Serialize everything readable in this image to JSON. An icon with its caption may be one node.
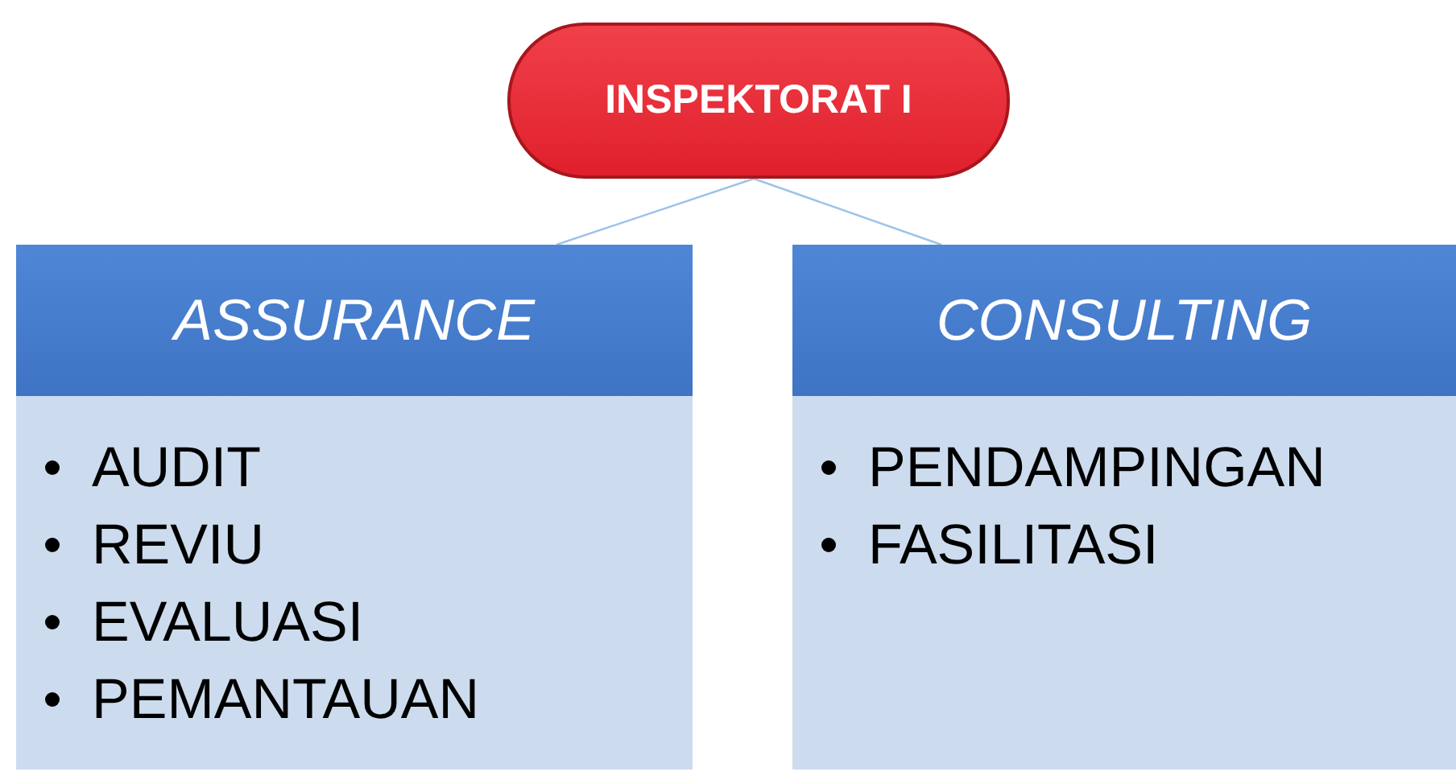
{
  "diagram": {
    "nodes": [
      {
        "text": [
          "INSPEKTORAT I"
        ]
      },
      {
        "text": [
          "ASSURANCE",
          "AUDIT",
          "REVIU",
          "EVALUASI",
          "PEMANTAUAN"
        ]
      },
      {
        "text": [
          "CONSULTING",
          "PENDAMPINGAN",
          "FASILITASI"
        ]
      }
    ],
    "edges": [
      {
        "from": 0,
        "to": 1,
        "arrow": "none"
      },
      {
        "from": 0,
        "to": 2,
        "arrow": "none"
      }
    ]
  }
}
